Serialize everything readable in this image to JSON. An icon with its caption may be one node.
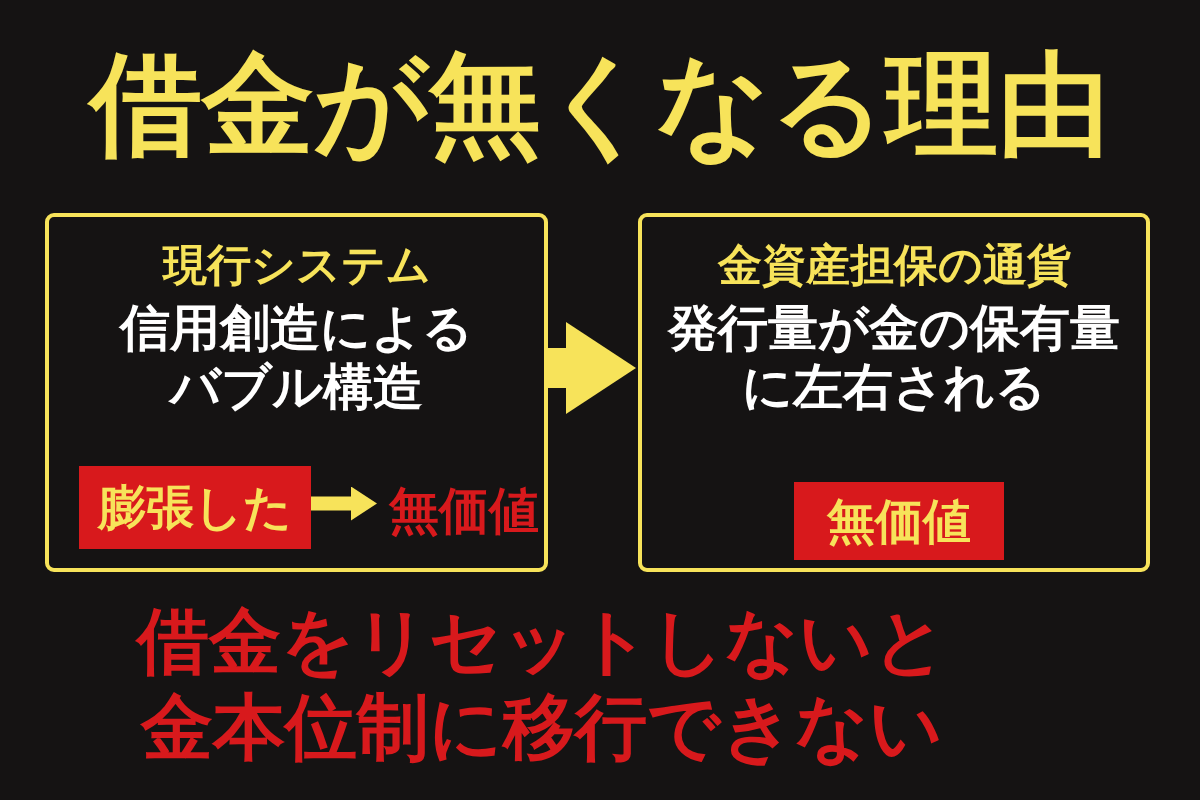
{
  "diagram": {
    "title": "借金が無くなる理由",
    "nodes": [
      {
        "text": [
          "現行システム",
          "信用創造によるバブル構造"
        ]
      },
      {
        "text": [
          "膨張した"
        ],
        "in": 0
      },
      {
        "text": [
          "無価値"
        ],
        "in": 0
      },
      {
        "text": [
          "金資産担保の通貨",
          "発行量が金の保有量に左右される"
        ]
      },
      {
        "text": [
          "無価値"
        ],
        "in": 3
      }
    ],
    "edges": [
      {
        "from": 0,
        "to": 3,
        "arrow": "to",
        "style": "thick"
      },
      {
        "from": 1,
        "to": 2,
        "arrow": "to"
      }
    ],
    "labels": [
      "借金をリセットしないと金本位制に移行できない"
    ]
  }
}
